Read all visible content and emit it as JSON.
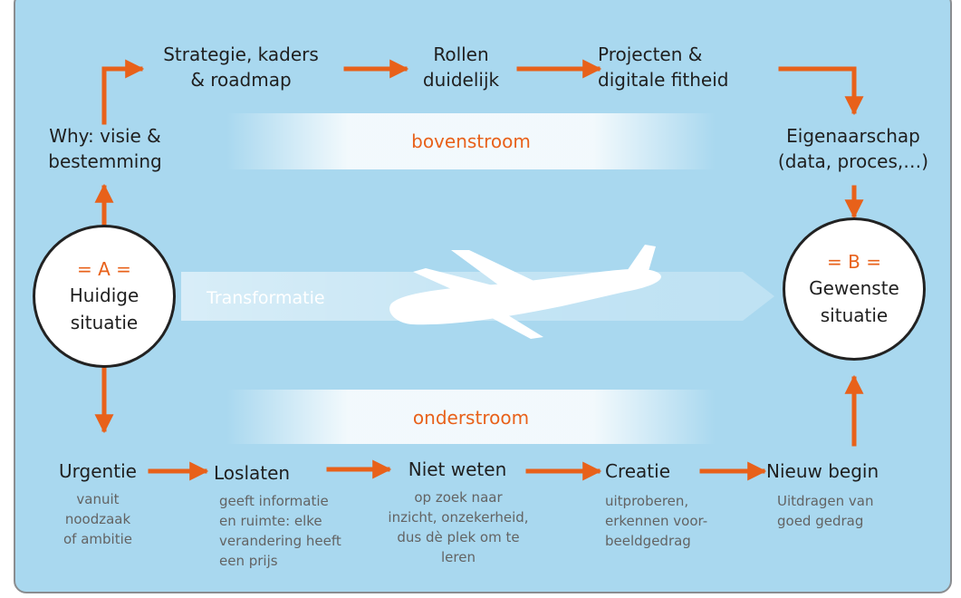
{
  "colors": {
    "background": "#a9d8ef",
    "arrow": "#e8611a",
    "accent_text": "#e8611a"
  },
  "top_flow": {
    "why": "Why: visie &\nbestemming",
    "strategie": "Strategie, kaders\n& roadmap",
    "rollen": "Rollen\nduidelijk",
    "projecten": "Projecten &\ndigitale fitheid",
    "eigenaarschap": "Eigenaarschap\n(data, proces,…)"
  },
  "bands": {
    "bovenstroom": "bovenstroom",
    "onderstroom": "onderstroom",
    "transformatie": "Transformatie"
  },
  "circle_a": {
    "mark": "= A =",
    "text": "Huidige\nsituatie"
  },
  "circle_b": {
    "mark": "= B =",
    "text": "Gewenste\nsituatie"
  },
  "icons": {
    "plane": "airplane-icon"
  },
  "bottom_flow": [
    {
      "title": "Urgentie",
      "text": "vanuit\nnoodzaak\nof ambitie"
    },
    {
      "title": "Loslaten",
      "text": "geeft informatie\nen ruimte: elke\nverandering heeft\neen prijs"
    },
    {
      "title": "Niet weten",
      "text": "op zoek naar\ninzicht, onzekerheid,\ndus dè plek om te\nleren"
    },
    {
      "title": "Creatie",
      "text": "uitproberen,\nerkennen voor-\nbeeldgedrag"
    },
    {
      "title": "Nieuw begin",
      "text": "Uitdragen van\ngoed gedrag"
    }
  ]
}
